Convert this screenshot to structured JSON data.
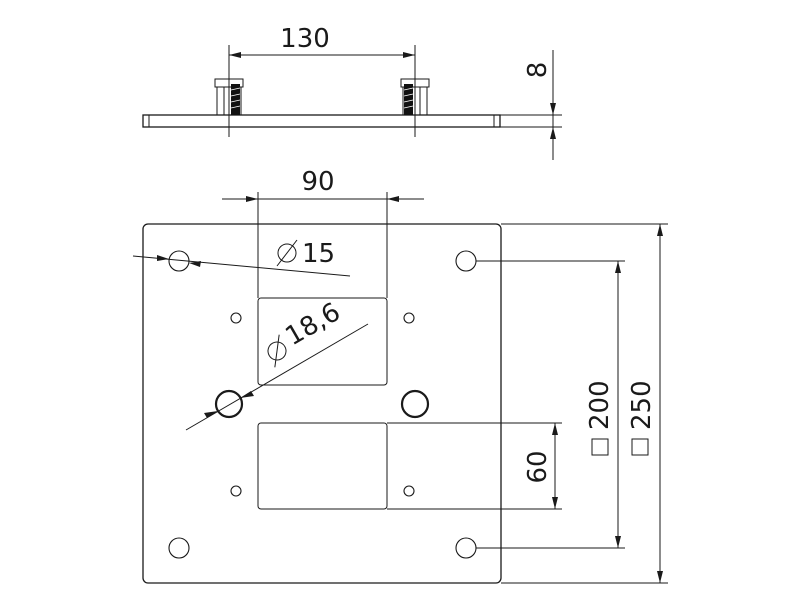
{
  "dimensions": {
    "stud_spacing": "130",
    "plate_thickness": "8",
    "slot_spacing": "90",
    "hole_small_dia": "15",
    "hole_large_dia": "18,6",
    "slot_height": "60",
    "hole_pattern_square": "200",
    "plate_square": "250"
  },
  "symbols": {
    "diameter": "diameter-symbol",
    "square": "square-symbol"
  }
}
